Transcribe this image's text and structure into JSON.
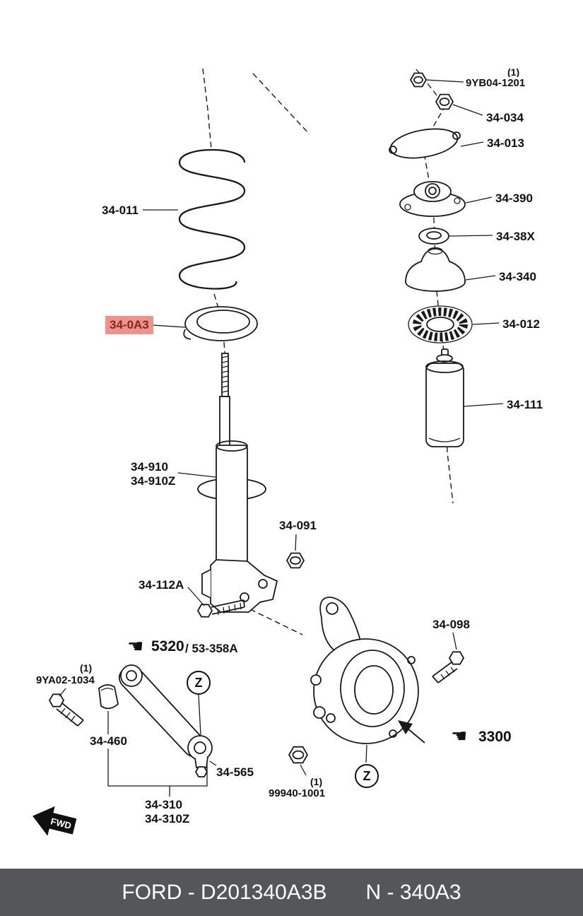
{
  "page": {
    "bg": "#ffffff",
    "line_color": "#1a1a1a",
    "highlight_bg": "#f1918b",
    "highlight_text": "#7c2b24"
  },
  "icons": {
    "pointing_hand": "☚",
    "fwd_label": "FWD",
    "zone_marker": "Z"
  },
  "footer": {
    "bg": "#55565a",
    "text_color": "#ffffff",
    "left_code": "FORD - D201340A3B",
    "right_code": "N - 340A3"
  },
  "parts": {
    "p9yb04_qty": "(1)",
    "p9yb04": "9YB04-1201",
    "p34034": "34-034",
    "p34013": "34-013",
    "p34390": "34-390",
    "p3438x": "34-38X",
    "p34340": "34-340",
    "p34012": "34-012",
    "p34111": "34-111",
    "p34011": "34-011",
    "p340a3": "34-0A3",
    "p34910": "34-910",
    "p34910z": "34-910Z",
    "p34091": "34-091",
    "p34112a": "34-112A",
    "p5320": "5320",
    "p53358a": "/ 53-358A",
    "p9ya02_qty": "(1)",
    "p9ya02": "9YA02-1034",
    "p34460": "34-460",
    "p34565": "34-565",
    "p34310": "34-310",
    "p34310z": "34-310Z",
    "p99940_qty": "(1)",
    "p99940": "99940-1001",
    "p34098": "34-098",
    "p3300": "3300"
  }
}
